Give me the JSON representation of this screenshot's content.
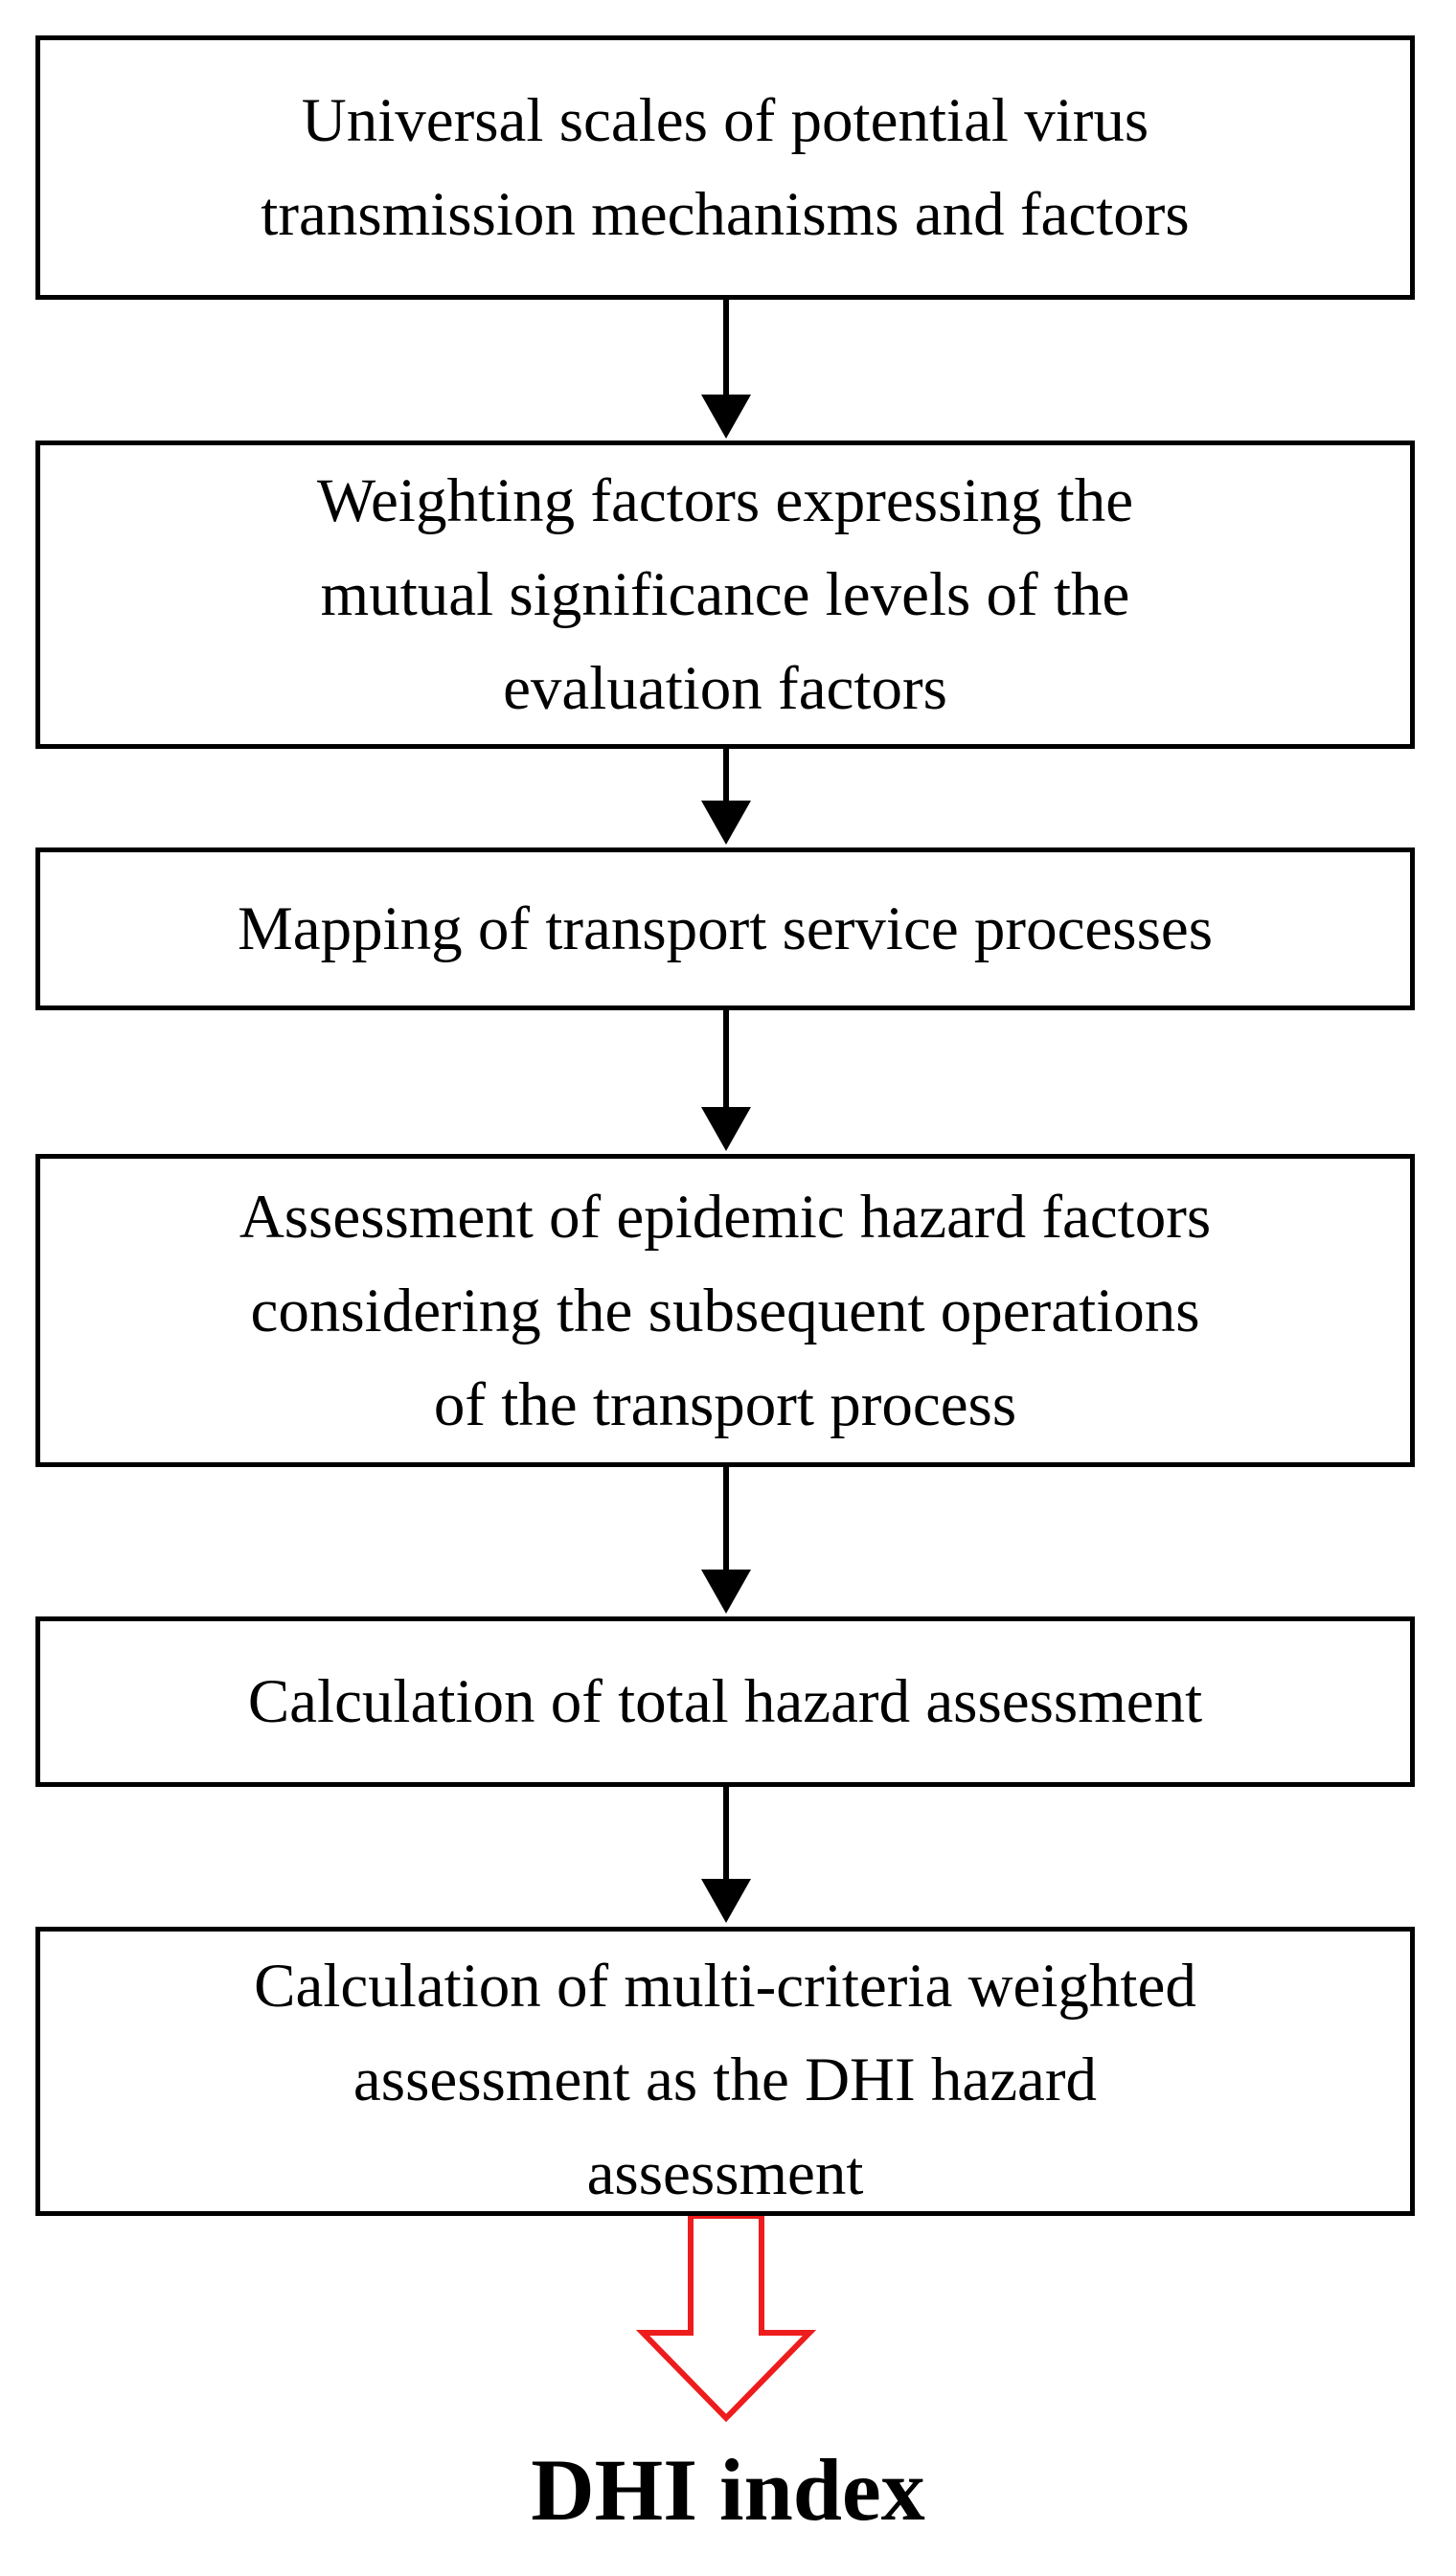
{
  "flowchart": {
    "steps": [
      {
        "lines": [
          "Universal scales of potential virus",
          "transmission mechanisms  and factors"
        ]
      },
      {
        "lines": [
          "Weighting  factors expressing  the",
          "mutual significance levels of the",
          "evaluation factors"
        ]
      },
      {
        "lines": [
          "Mapping  of transport service processes"
        ]
      },
      {
        "lines": [
          "Assessment  of epidemic hazard factors",
          "considering the subsequent operations",
          "of the transport process"
        ]
      },
      {
        "lines": [
          "Calculation of total hazard  assessment"
        ]
      },
      {
        "lines": [
          "Calculation of multi-criteria weighted",
          "assessment as the DHI hazard",
          "assessment"
        ]
      }
    ],
    "output": "DHI index",
    "colors": {
      "box_border": "#000000",
      "arrow": "#000000",
      "output_arrow": "#ee1c1c",
      "text": "#000000",
      "background": "#ffffff"
    }
  }
}
